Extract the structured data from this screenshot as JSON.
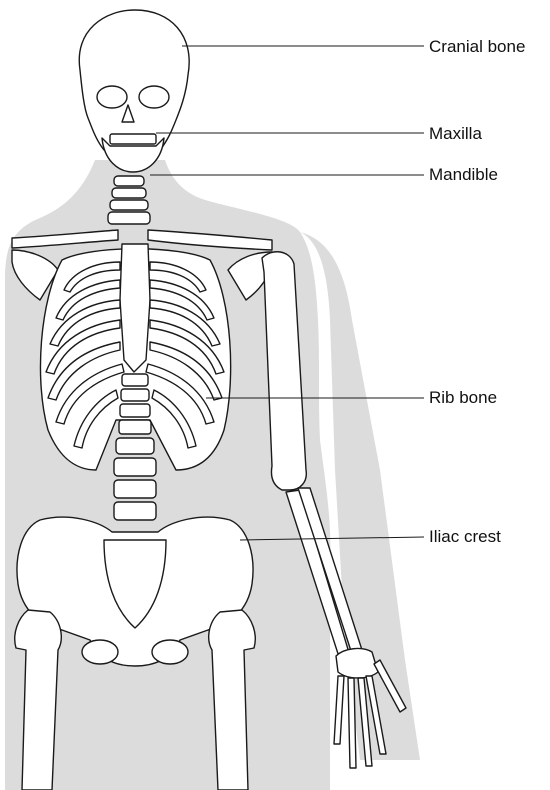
{
  "figure": {
    "labels": [
      {
        "id": "cranial",
        "text": "Cranial bone"
      },
      {
        "id": "maxilla",
        "text": "Maxilla"
      },
      {
        "id": "mandible",
        "text": "Mandible"
      },
      {
        "id": "rib",
        "text": "Rib bone"
      },
      {
        "id": "iliac",
        "text": "Iliac crest"
      }
    ]
  },
  "colors": {
    "bone_fill": "#ffffff",
    "bone_stroke": "#1a1a1a",
    "body_silhouette": "#dcdcdc",
    "leader_line": "#1a1a1a"
  }
}
